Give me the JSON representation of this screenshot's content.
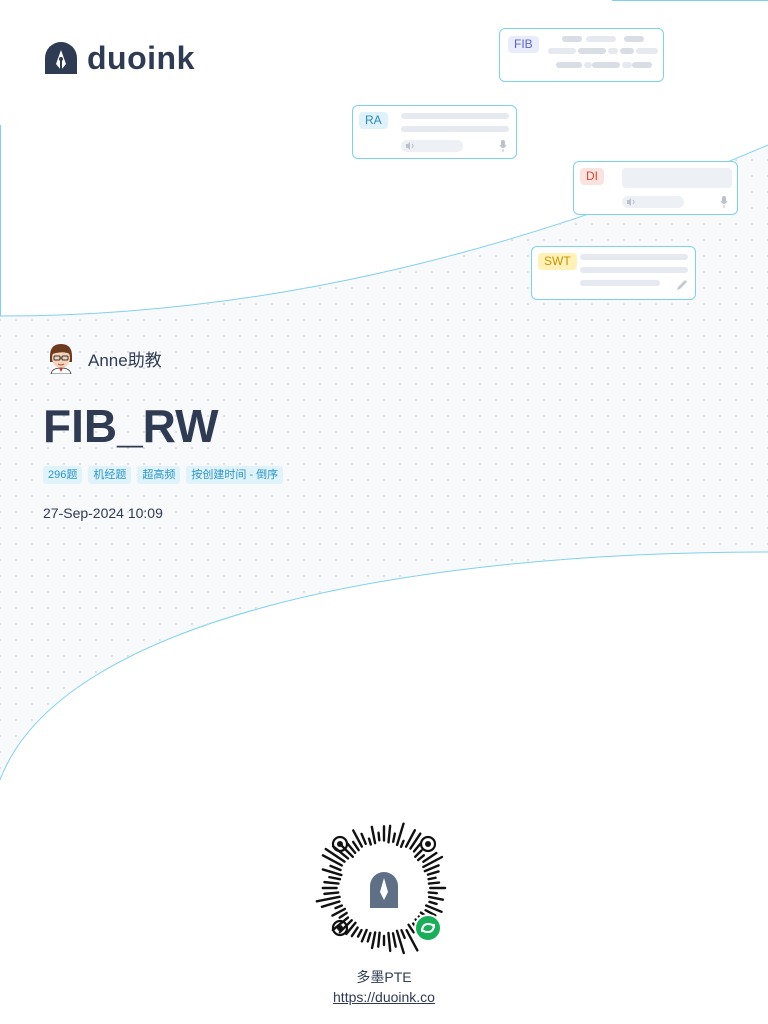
{
  "brand": {
    "name": "duoink",
    "logo_icon": "pen-nib-arch-icon",
    "primary_color": "#2f3b52",
    "accent_color": "#7fd0ef"
  },
  "preview_cards": [
    {
      "tag": "FIB",
      "icon": "fill-in-blanks-card"
    },
    {
      "tag": "RA",
      "icon": "read-aloud-card"
    },
    {
      "tag": "DI",
      "icon": "describe-image-card"
    },
    {
      "tag": "SWT",
      "icon": "summarize-written-text-card"
    }
  ],
  "author": {
    "name": "Anne助教",
    "avatar_icon": "teacher-avatar"
  },
  "document": {
    "title": "FIB_RW",
    "badges": [
      "296题",
      "机经题",
      "超高频",
      "按创建时间 - 倒序"
    ],
    "date": "27-Sep-2024 10:09"
  },
  "footer": {
    "qr_icon": "mini-program-qr-code",
    "mini_program_name": "多墨PTE",
    "url": "https://duoink.co"
  }
}
